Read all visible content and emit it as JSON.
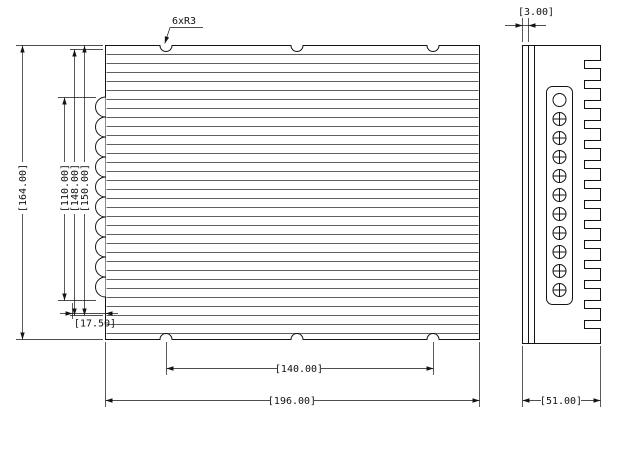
{
  "drawing": {
    "labels": {
      "radius_callout": "6xR3",
      "height_overall": "[164.00]",
      "terminal_length": "[110.00]",
      "inner_height_a": "[148.00]",
      "inner_height_b": "[150.00]",
      "edge_offset": "[17.50]",
      "notch_spacing": "[140.00]",
      "width_overall": "[196.00]",
      "plate_thickness": "[3.00]",
      "depth_overall": "[51.00]"
    }
  }
}
